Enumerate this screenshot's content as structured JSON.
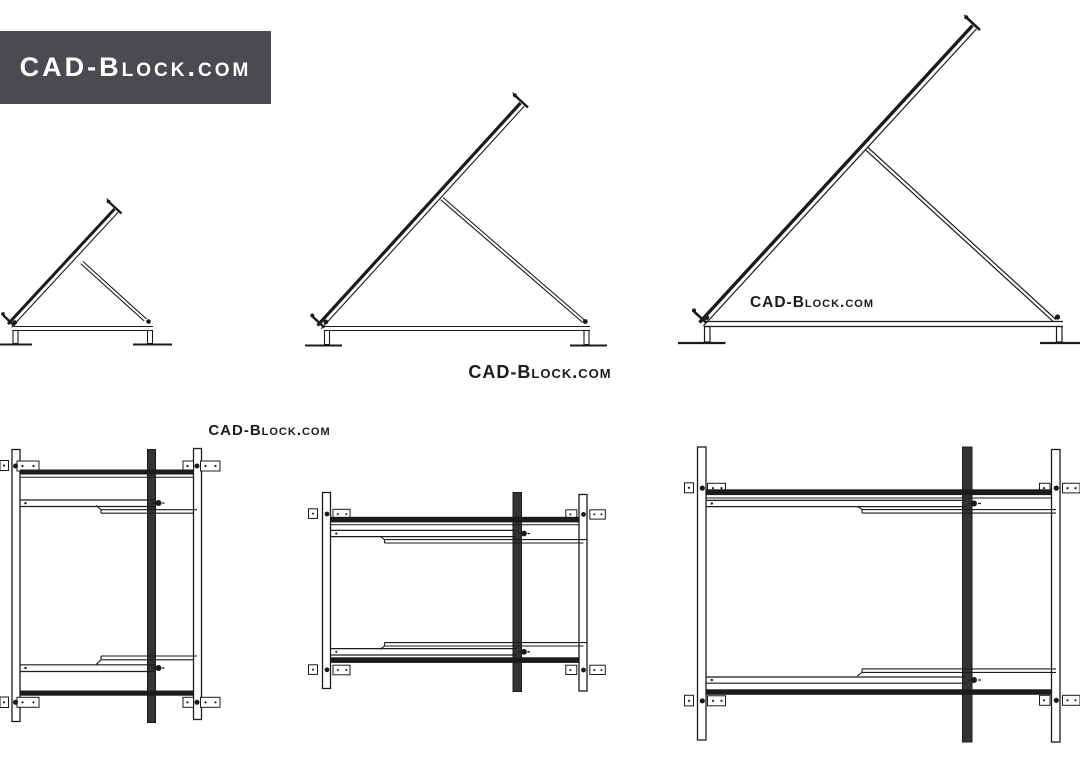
{
  "colors": {
    "bg": "#ffffff",
    "line": "#1b1b1b",
    "rail": "#333336",
    "logo_bg": "#4b4a4f",
    "logo_fg": "#ffffff"
  },
  "logo": {
    "text": "CAD-Block.com"
  },
  "watermarks": {
    "center": "CAD-Block.com",
    "right_panel": "CAD-Block.com",
    "left_frame": "CAD-Block.com"
  }
}
